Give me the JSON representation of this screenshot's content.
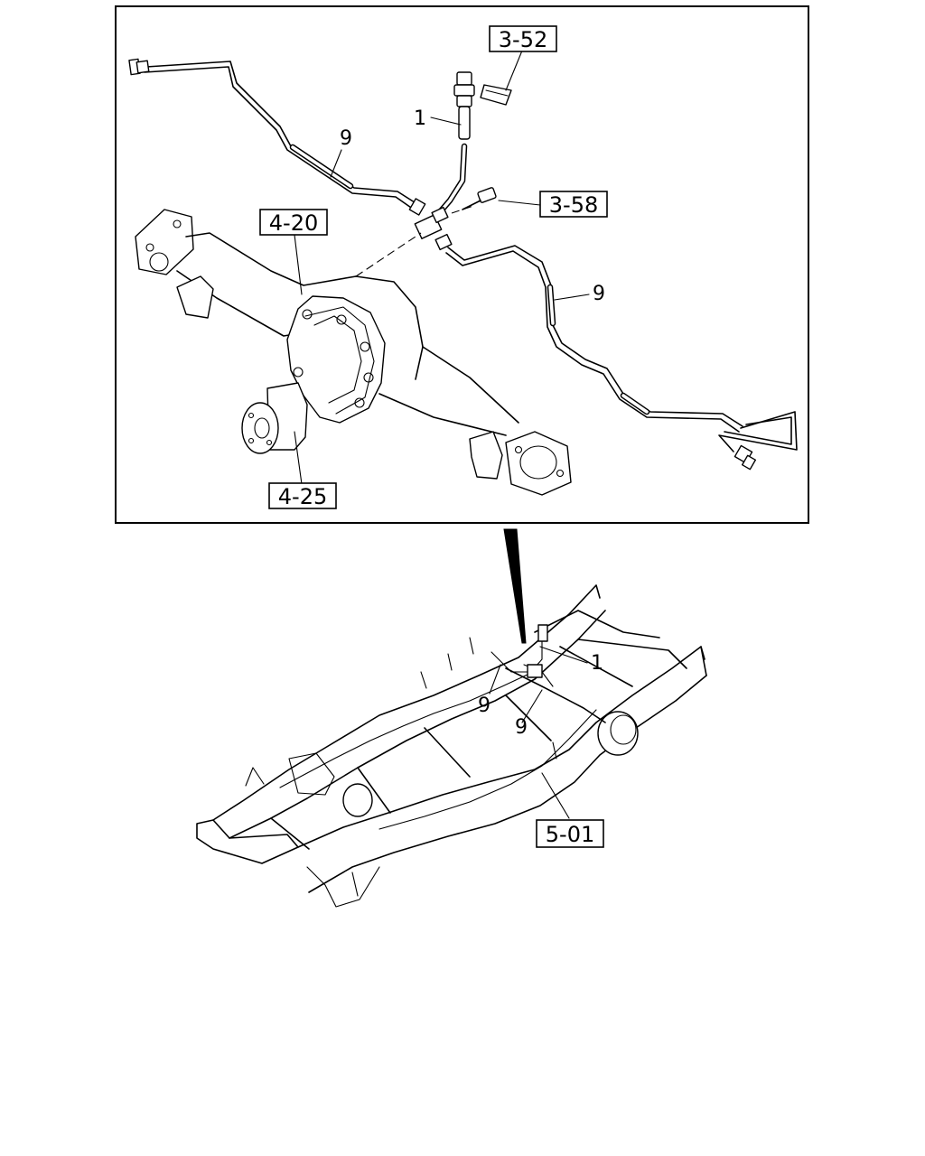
{
  "refs": {
    "r352": "3-52",
    "r358": "3-58",
    "r420": "4-20",
    "r425": "4-25",
    "r501": "5-01"
  },
  "callouts": {
    "hose_top": "1",
    "pipe_left_top": "9",
    "pipe_right_top": "9",
    "hose_bottom": "1",
    "pipe_left_bottom": "9",
    "pipe_right_bottom": "9"
  }
}
